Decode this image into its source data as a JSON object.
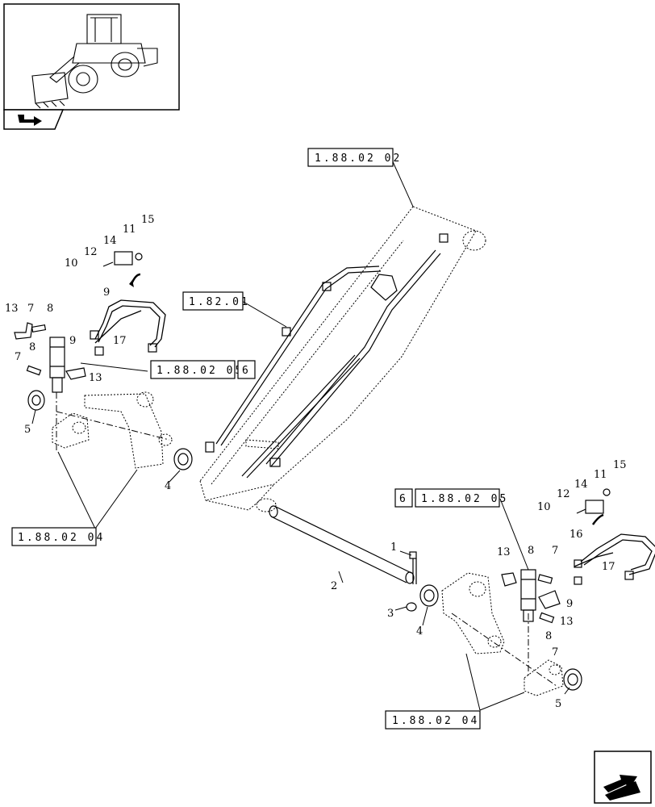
{
  "callouts": {
    "ref_boom": "1.88.02 02",
    "ref_harness": "1.82.01",
    "ref_left_valve": "1.88.02 05",
    "ref_left_valve_tag": "6",
    "ref_right_valve": "1.88.02 05",
    "ref_right_valve_tag": "6",
    "ref_left_bracket": "1.88.02 04",
    "ref_right_bracket": "1.88.02 04"
  },
  "part_numbers": {
    "left": {
      "n15": "15",
      "n11": "11",
      "n14": "14",
      "n12": "12",
      "n10": "10",
      "n9a": "9",
      "n9b": "9",
      "n17": "17",
      "n13a": "13",
      "n7a": "7",
      "n8a": "8",
      "n7b": "7",
      "n8b": "8",
      "n13b": "13",
      "n5": "5"
    },
    "center": {
      "n4": "4",
      "n1": "1",
      "n2": "2",
      "n3": "3",
      "n4b": "4"
    },
    "right": {
      "n15": "15",
      "n11": "11",
      "n14": "14",
      "n12": "12",
      "n10": "10",
      "n16": "16",
      "n17": "17",
      "n9": "9",
      "n13a": "13",
      "n8a": "8",
      "n7a": "7",
      "n13b": "13",
      "n8b": "8",
      "n7b": "7",
      "n5": "5"
    }
  },
  "icons": {
    "thumbnail": "wheel-loader-thumbnail",
    "nav_top": "back-arrow-icon",
    "nav_bottom": "next-page-arrow-icon"
  }
}
